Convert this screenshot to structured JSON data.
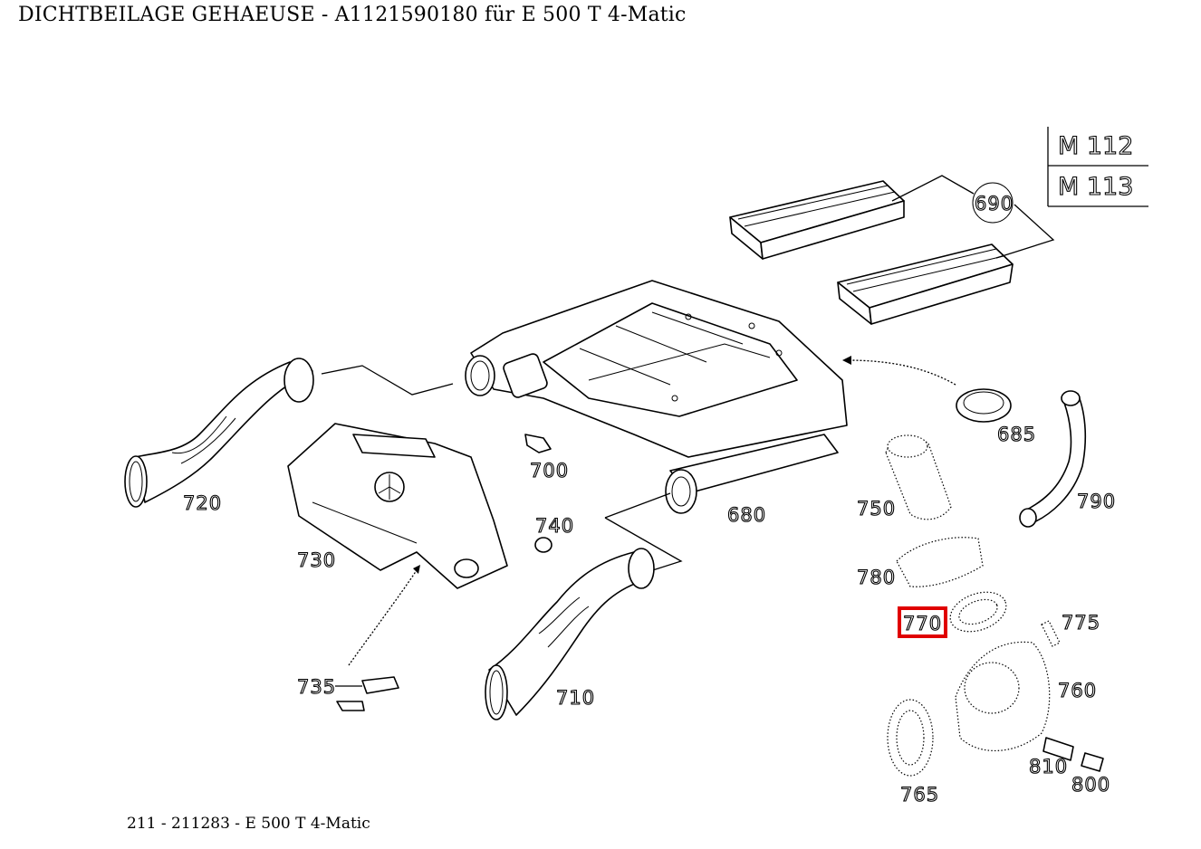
{
  "title": "DICHTBEILAGE GEHAEUSE - A1121590180 für E 500 T 4-Matic",
  "footer": "211 - 211283 - E 500 T 4-Matic",
  "engine_variants": [
    "M 112",
    "M 113"
  ],
  "callouts": {
    "c680": "680",
    "c685": "685",
    "c690": "690",
    "c700": "700",
    "c710": "710",
    "c720": "720",
    "c730": "730",
    "c735": "735",
    "c740": "740",
    "c750": "750",
    "c760": "760",
    "c765": "765",
    "c770": "770",
    "c775": "775",
    "c780": "780",
    "c790": "790",
    "c800": "800",
    "c810": "810"
  },
  "highlighted_part": "770",
  "highlight_color": "#e00000"
}
